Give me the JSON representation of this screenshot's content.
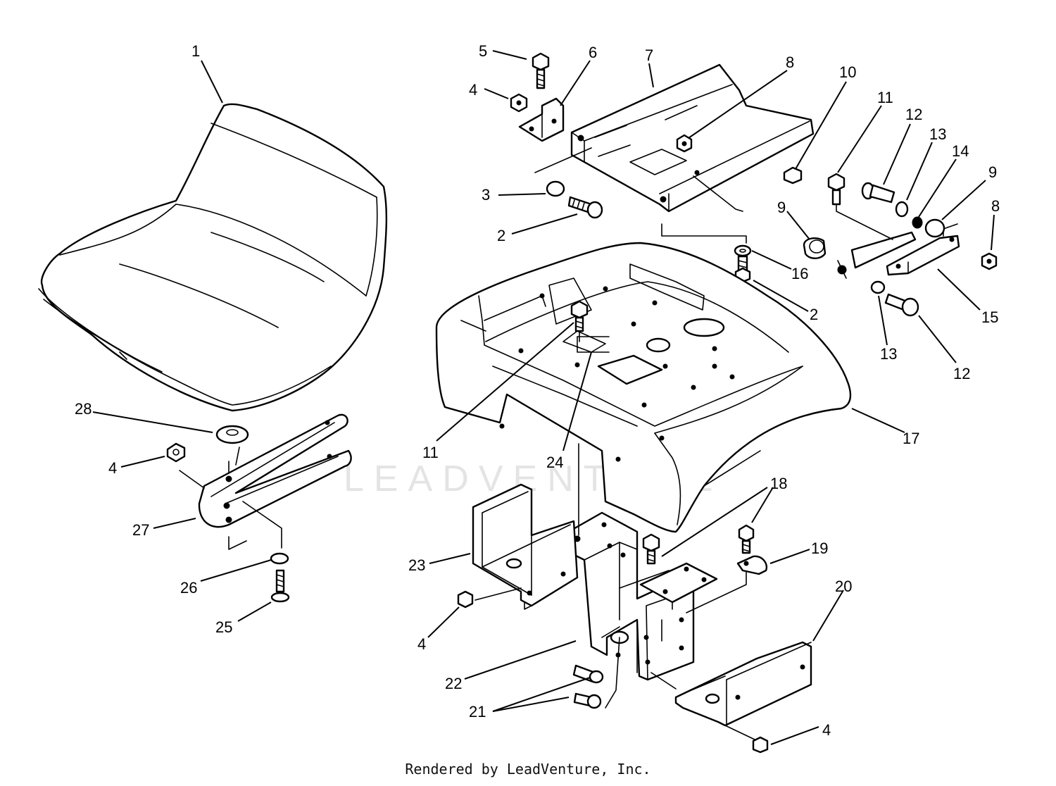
{
  "watermark": "LEADVENTURE",
  "footer": "Rendered by LeadVenture, Inc.",
  "callouts": [
    {
      "id": "c1",
      "label": "1"
    },
    {
      "id": "c2a",
      "label": "2"
    },
    {
      "id": "c2b",
      "label": "2"
    },
    {
      "id": "c3",
      "label": "3"
    },
    {
      "id": "c4a",
      "label": "4"
    },
    {
      "id": "c4b",
      "label": "4"
    },
    {
      "id": "c4c",
      "label": "4"
    },
    {
      "id": "c4d",
      "label": "4"
    },
    {
      "id": "c5",
      "label": "5"
    },
    {
      "id": "c6",
      "label": "6"
    },
    {
      "id": "c7",
      "label": "7"
    },
    {
      "id": "c8a",
      "label": "8"
    },
    {
      "id": "c8b",
      "label": "8"
    },
    {
      "id": "c9a",
      "label": "9"
    },
    {
      "id": "c9b",
      "label": "9"
    },
    {
      "id": "c10",
      "label": "10"
    },
    {
      "id": "c11a",
      "label": "11"
    },
    {
      "id": "c11b",
      "label": "11"
    },
    {
      "id": "c12a",
      "label": "12"
    },
    {
      "id": "c12b",
      "label": "12"
    },
    {
      "id": "c13a",
      "label": "13"
    },
    {
      "id": "c13b",
      "label": "13"
    },
    {
      "id": "c14",
      "label": "14"
    },
    {
      "id": "c15",
      "label": "15"
    },
    {
      "id": "c16",
      "label": "16"
    },
    {
      "id": "c17",
      "label": "17"
    },
    {
      "id": "c18",
      "label": "18"
    },
    {
      "id": "c19",
      "label": "19"
    },
    {
      "id": "c20",
      "label": "20"
    },
    {
      "id": "c21",
      "label": "21"
    },
    {
      "id": "c22",
      "label": "22"
    },
    {
      "id": "c23",
      "label": "23"
    },
    {
      "id": "c24",
      "label": "24"
    },
    {
      "id": "c25",
      "label": "25"
    },
    {
      "id": "c26",
      "label": "26"
    },
    {
      "id": "c27",
      "label": "27"
    },
    {
      "id": "c28",
      "label": "28"
    }
  ]
}
